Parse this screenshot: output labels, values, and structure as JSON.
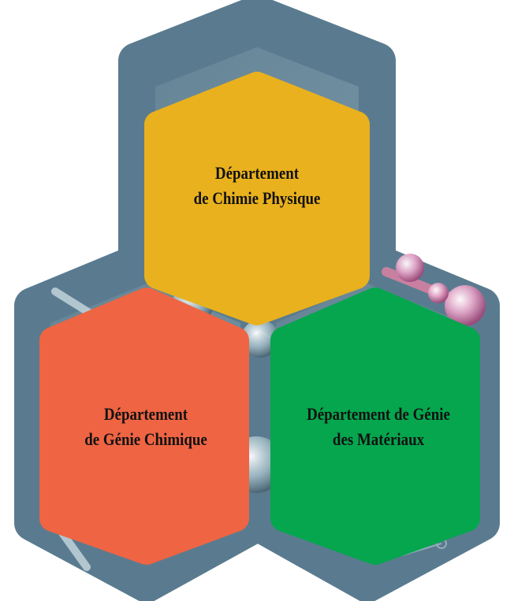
{
  "colors": {
    "outer_frame": "#5a7b8f",
    "background_tint": "#7d9aa9",
    "chimie_physique": "#e9b11d",
    "genie_chimique": "#ef6443",
    "genie_materiaux": "#05a64e",
    "molecule_pink": "#d58ab4",
    "molecule_glass": "#c9d9df",
    "label_text": "#111111"
  },
  "departments": [
    {
      "id": "chimie-physique",
      "line1": "Département",
      "line2": "de Chimie Physique",
      "color_key": "chimie_physique"
    },
    {
      "id": "genie-chimique",
      "line1": "Département",
      "line2": "de Génie Chimique",
      "color_key": "genie_chimique"
    },
    {
      "id": "genie-materiaux",
      "line1": "Département de Génie",
      "line2": "des Matériaux",
      "color_key": "genie_materiaux"
    }
  ]
}
